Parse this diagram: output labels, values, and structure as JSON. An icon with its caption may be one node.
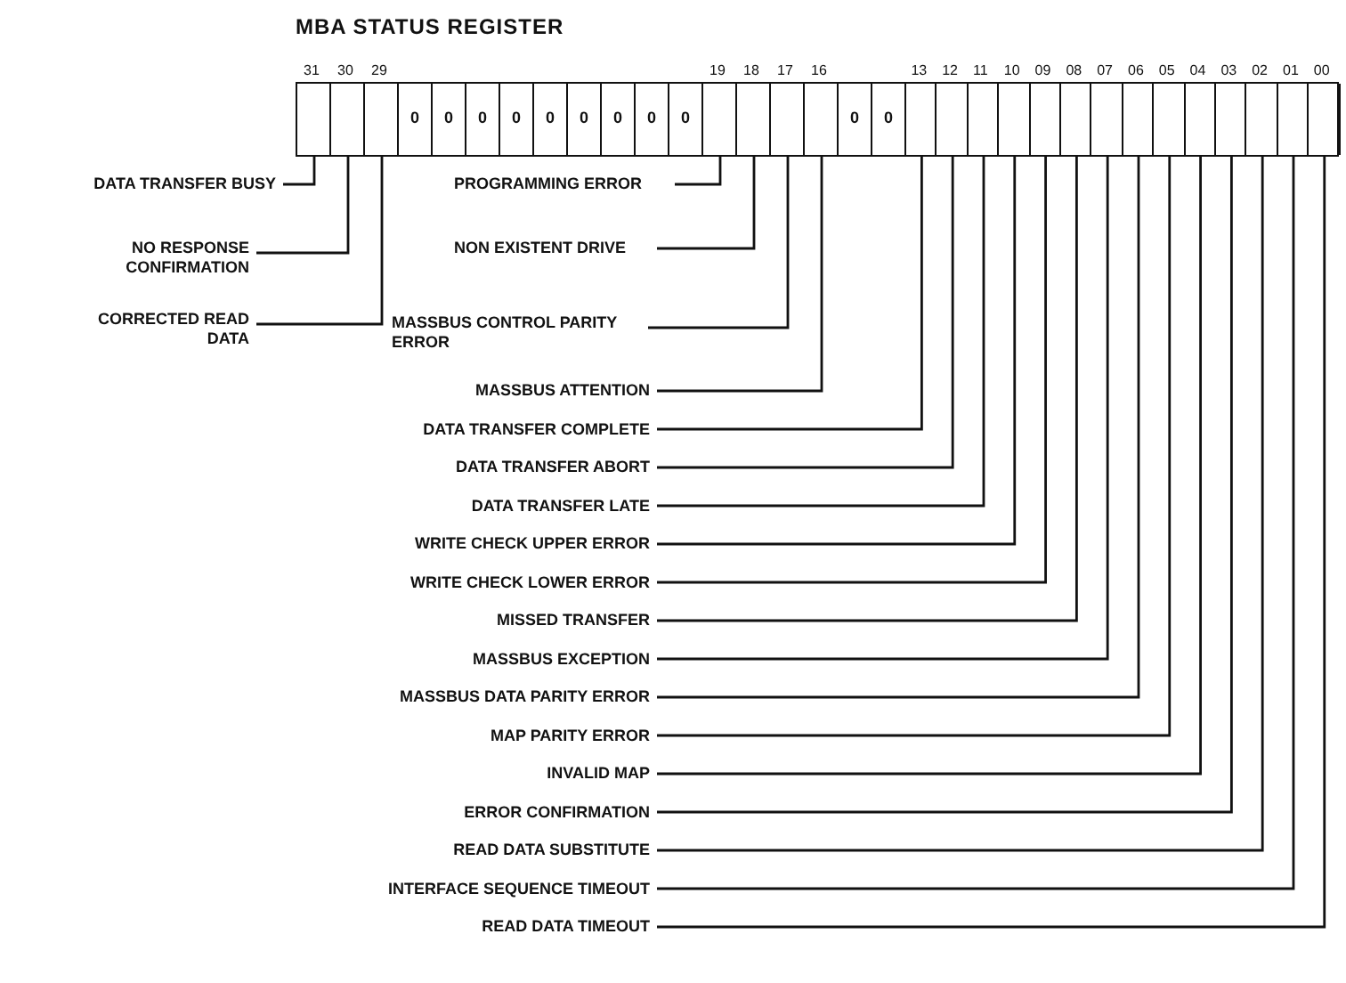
{
  "diagram": {
    "title": "MBA STATUS REGISTER",
    "nodes": [
      {
        "text": [
          "DATA TRANSFER BUSY"
        ]
      },
      {
        "text": [
          "NO RESPONSE CONFIRMATION"
        ]
      },
      {
        "text": [
          "CORRECTED READ DATA"
        ]
      },
      {
        "text": [
          "PROGRAMMING ERROR"
        ]
      },
      {
        "text": [
          "NON EXISTENT DRIVE"
        ]
      },
      {
        "text": [
          "MASSBUS CONTROL PARITY ERROR"
        ]
      },
      {
        "text": [
          "MASSBUS ATTENTION"
        ]
      },
      {
        "text": [
          "DATA TRANSFER COMPLETE"
        ]
      },
      {
        "text": [
          "DATA TRANSFER ABORT"
        ]
      },
      {
        "text": [
          "DATA TRANSFER LATE"
        ]
      },
      {
        "text": [
          "WRITE CHECK UPPER ERROR"
        ]
      },
      {
        "text": [
          "WRITE CHECK LOWER ERROR"
        ]
      },
      {
        "text": [
          "MISSED TRANSFER"
        ]
      },
      {
        "text": [
          "MASSBUS EXCEPTION"
        ]
      },
      {
        "text": [
          "MASSBUS DATA PARITY ERROR"
        ]
      },
      {
        "text": [
          "MAP PARITY ERROR"
        ]
      },
      {
        "text": [
          "INVALID MAP"
        ]
      },
      {
        "text": [
          "ERROR CONFIRMATION"
        ]
      },
      {
        "text": [
          "READ DATA SUBSTITUTE"
        ]
      },
      {
        "text": [
          "INTERFACE SEQUENCE TIMEOUT"
        ]
      },
      {
        "text": [
          "READ DATA TIMEOUT"
        ]
      },
      {
        "text": [],
        "shape": "box"
      },
      {
        "text": [],
        "shape": "box"
      },
      {
        "text": [],
        "shape": "box"
      },
      {
        "text": [],
        "shape": "box"
      },
      {
        "text": [],
        "shape": "box"
      },
      {
        "text": [],
        "shape": "box"
      },
      {
        "text": [],
        "shape": "box"
      },
      {
        "text": [],
        "shape": "box"
      },
      {
        "text": [],
        "shape": "box"
      },
      {
        "text": [],
        "shape": "box"
      },
      {
        "text": [],
        "shape": "box"
      },
      {
        "text": [],
        "shape": "box"
      },
      {
        "text": [],
        "shape": "box"
      },
      {
        "text": [],
        "shape": "box"
      },
      {
        "text": [],
        "shape": "box"
      },
      {
        "text": [],
        "shape": "box"
      },
      {
        "text": [],
        "shape": "box"
      },
      {
        "text": [],
        "shape": "box"
      },
      {
        "text": [],
        "shape": "box"
      },
      {
        "text": [],
        "shape": "box"
      },
      {
        "text": [],
        "shape": "box"
      }
    ],
    "edges": [
      {
        "from": 0,
        "to": 21,
        "arrow": "none"
      },
      {
        "from": 1,
        "to": 22,
        "arrow": "none"
      },
      {
        "from": 2,
        "to": 23,
        "arrow": "none"
      },
      {
        "from": 3,
        "to": 24,
        "arrow": "none"
      },
      {
        "from": 4,
        "to": 25,
        "arrow": "none"
      },
      {
        "from": 5,
        "to": 26,
        "arrow": "none"
      },
      {
        "from": 6,
        "to": 27,
        "arrow": "none"
      },
      {
        "from": 7,
        "to": 28,
        "arrow": "none"
      },
      {
        "from": 8,
        "to": 29,
        "arrow": "none"
      },
      {
        "from": 9,
        "to": 30,
        "arrow": "none"
      },
      {
        "from": 10,
        "to": 31,
        "arrow": "none"
      },
      {
        "from": 11,
        "to": 32,
        "arrow": "none"
      },
      {
        "from": 12,
        "to": 33,
        "arrow": "none"
      },
      {
        "from": 13,
        "to": 34,
        "arrow": "none"
      },
      {
        "from": 14,
        "to": 35,
        "arrow": "none"
      },
      {
        "from": 15,
        "to": 36,
        "arrow": "none"
      },
      {
        "from": 16,
        "to": 37,
        "arrow": "none"
      },
      {
        "from": 17,
        "to": 38,
        "arrow": "none"
      },
      {
        "from": 18,
        "to": 39,
        "arrow": "none"
      },
      {
        "from": 19,
        "to": 40,
        "arrow": "none"
      },
      {
        "from": 20,
        "to": 41,
        "arrow": "none"
      }
    ],
    "labels": [
      "31",
      "30",
      "29",
      "19",
      "18",
      "17",
      "16",
      "13",
      "12",
      "11",
      "10",
      "09",
      "08",
      "07",
      "06",
      "05",
      "04",
      "03",
      "02",
      "01",
      "00",
      "0",
      "0",
      "0",
      "0",
      "0",
      "0",
      "0",
      "0",
      "0",
      "0",
      "0"
    ]
  }
}
